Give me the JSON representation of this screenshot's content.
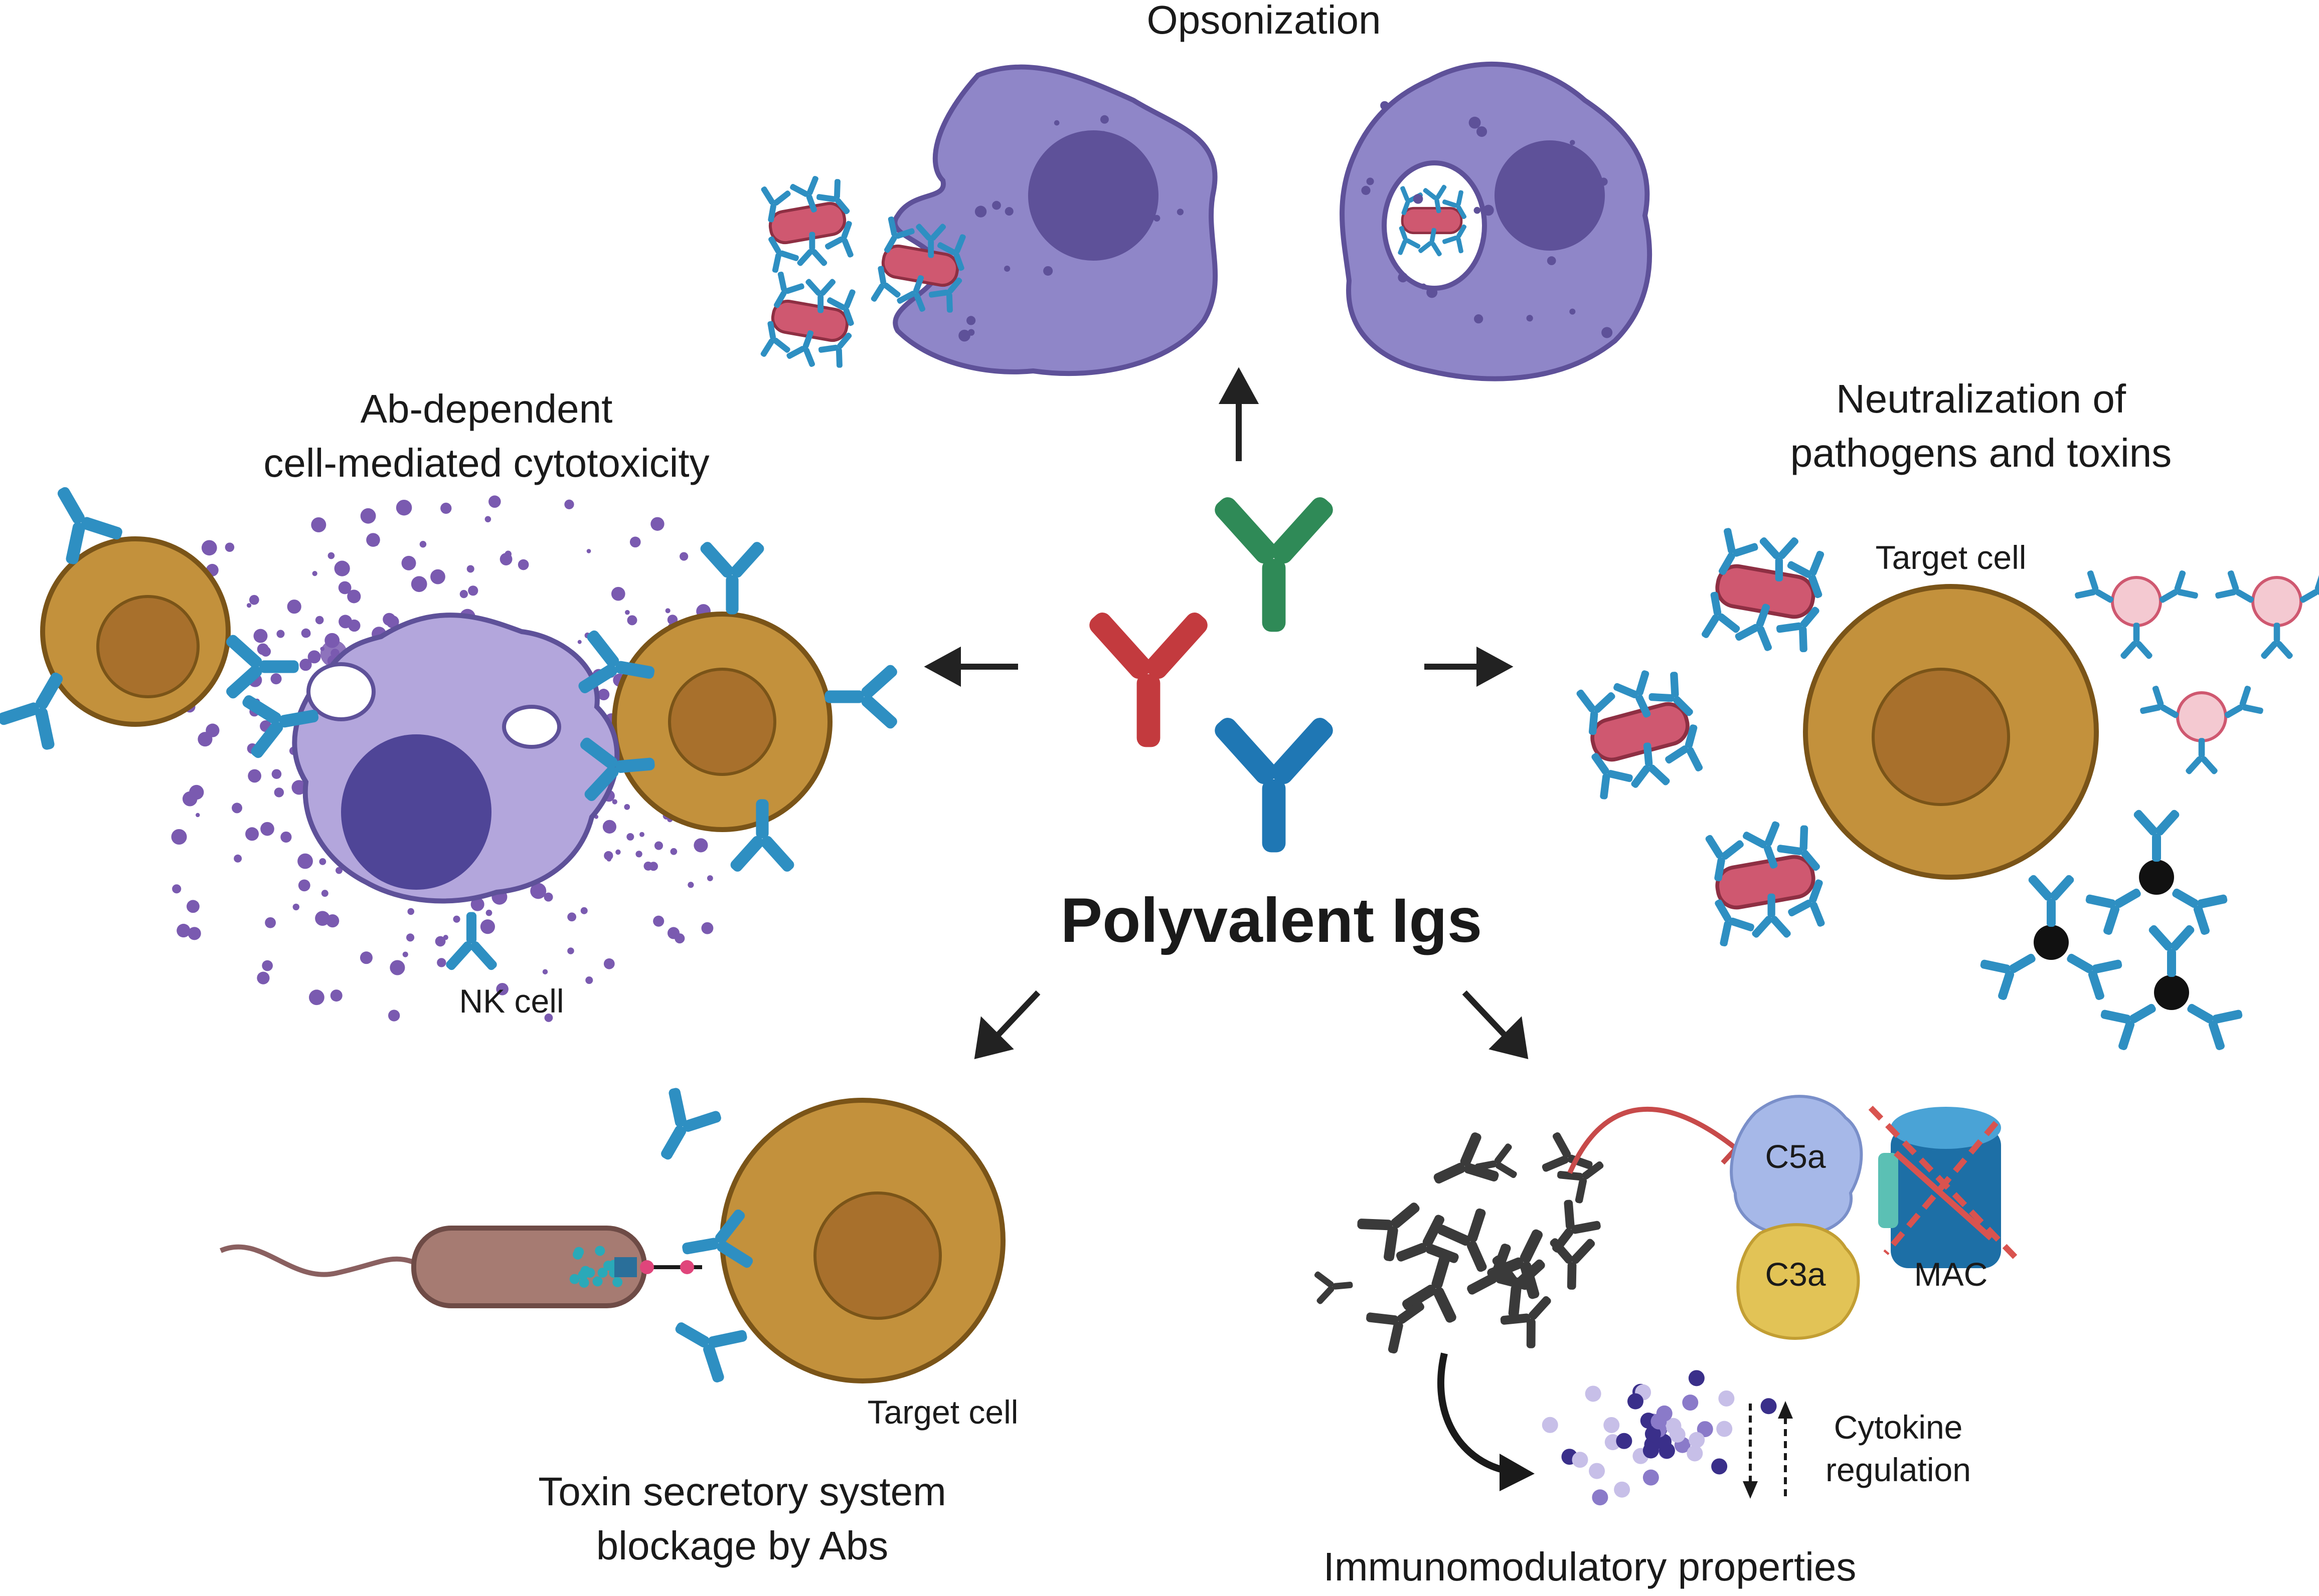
{
  "center": {
    "title": "Polyvalent Igs"
  },
  "opsonization": {
    "title": "Opsonization"
  },
  "adcc": {
    "title_line1": "Ab-dependent",
    "title_line2": "cell-mediated cytotoxicity",
    "nk_label": "NK cell"
  },
  "neutralization": {
    "title_line1": "Neutralization of",
    "title_line2": "pathogens and toxins",
    "target_label": "Target cell"
  },
  "toxin": {
    "target_label": "Target cell",
    "title_line1": "Toxin secretory system",
    "title_line2": "blockage by Abs"
  },
  "immuno": {
    "c5a": "C5a",
    "c3a": "C3a",
    "mac": "MAC",
    "cytokine_line1": "Cytokine",
    "cytokine_line2": "regulation",
    "title": "Immunomodulatory properties"
  },
  "colors": {
    "macrophage": "#8f86c8",
    "macrophage_nucleus": "#5e5199",
    "target_cell": "#c3913c",
    "target_nucleus": "#a8702c",
    "nk_cell": "#b3a6dc",
    "nk_nucleus": "#4f4597",
    "bacterium": "#cf5870",
    "antibody_blue": "#2e8fc2",
    "ig_green": "#2f8a57",
    "ig_red": "#c33a3e",
    "ig_blue": "#1f77b4",
    "arrow": "#222222",
    "inhibit": "#c74a4a",
    "c5a": "#a6b8e8",
    "c3a": "#e2c356",
    "mac": "#1d6fa6"
  }
}
